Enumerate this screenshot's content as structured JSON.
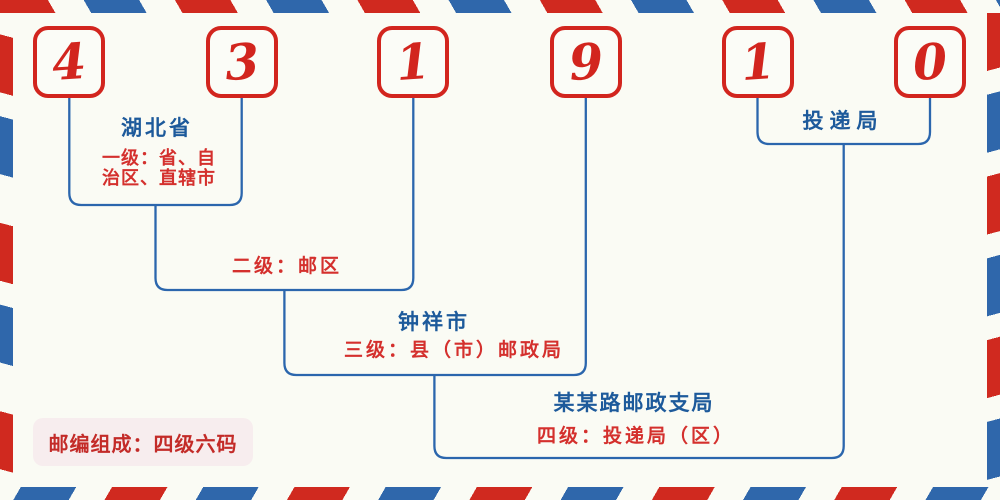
{
  "postal_code": {
    "digits": [
      "4",
      "3",
      "1",
      "9",
      "1",
      "0"
    ]
  },
  "levels": {
    "level1": {
      "place": "湖北省",
      "desc_line1": "一级：省、自",
      "desc_line2": "治区、直辖市"
    },
    "level2": {
      "desc": "二级：邮区"
    },
    "level3": {
      "place": "钟祥市",
      "desc": "三级：县（市）邮政局"
    },
    "level4": {
      "place": "某某路邮政支局",
      "desc": "四级：投递局（区）"
    },
    "delivery": {
      "place": "投递局"
    }
  },
  "badge": {
    "text": "邮编组成：四级六码"
  },
  "colors": {
    "stripe_red": "#d0291f",
    "stripe_blue": "#2f67ab",
    "digit_red": "#d2251e",
    "line_blue": "#2b66ad",
    "heading_blue": "#1d5a9b",
    "desc_red": "#d4302d",
    "badge_bg": "#f7edee",
    "badge_text": "#c32b28",
    "background": "#fafbf4"
  }
}
